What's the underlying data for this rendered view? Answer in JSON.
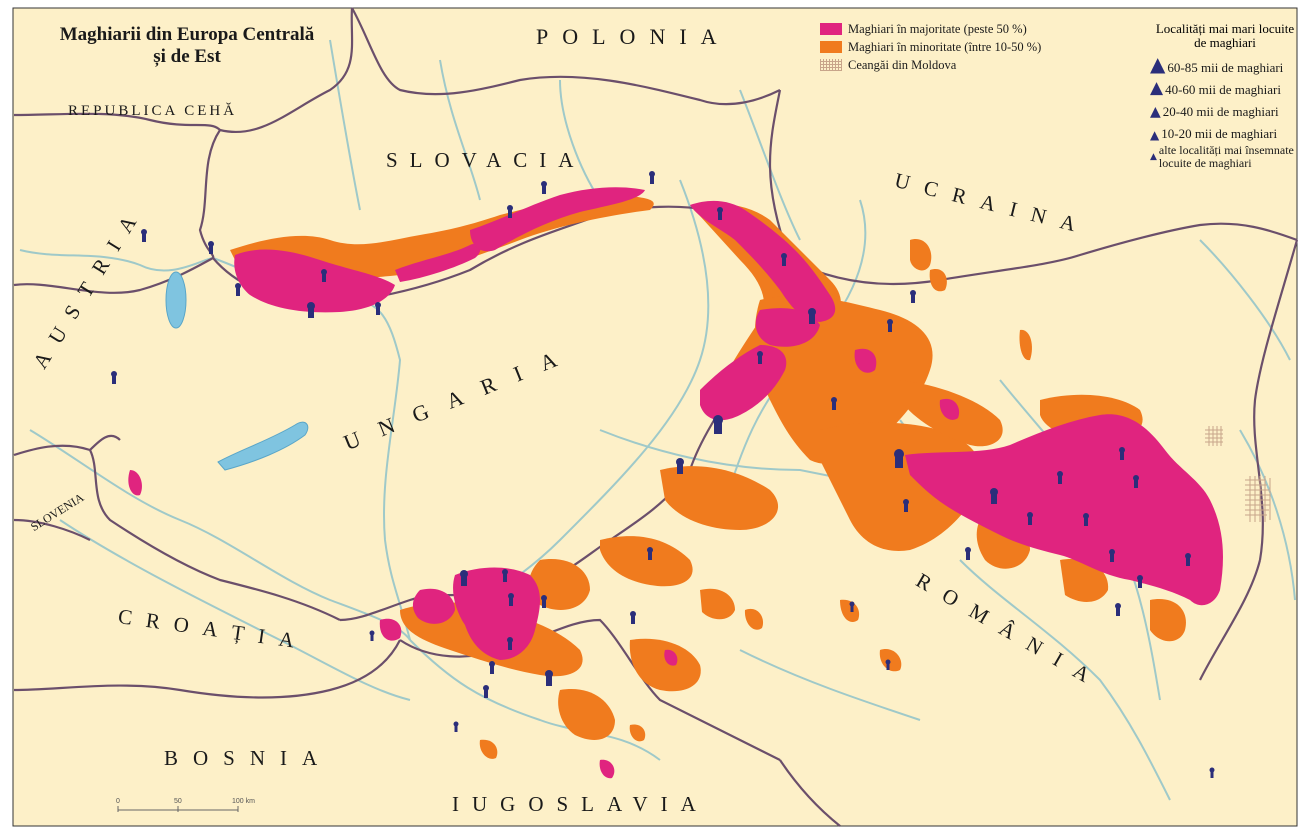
{
  "title_line1": "Maghiarii din Europa Centrală",
  "title_line2": "și de Est",
  "countries": {
    "polonia": "POLONIA",
    "republica_ceha": "REPUBLICA CEHĂ",
    "slovacia": "SLOVACIA",
    "ucraina": "UCRAINA",
    "austria": "AUSTRIA",
    "ungaria": "UNGARIA",
    "slovenia": "SLOVENIA",
    "croatia": "CROAȚIA",
    "romania": "ROMÂNIA",
    "bosnia": "BOSNIA",
    "iugoslavia": "IUGOSLAVIA"
  },
  "legend": {
    "majority": "Maghiari în majoritate (peste 50 %)",
    "minority": "Maghiari în minoritate (între 10-50 %)",
    "ceangai": "Ceangăi din Moldova",
    "colors": {
      "majority": "#e0247f",
      "minority": "#f07b1e",
      "land": "#fdf0c8",
      "water": "#7fc4e0",
      "border": "#6b4f6b",
      "river": "#9fc9c9"
    }
  },
  "population_legend": {
    "title": "Localități mai mari locuite de maghiari",
    "items": [
      "60-85 mii de maghiari",
      "40-60 mii de maghiari",
      "20-40 mii de maghiari",
      "10-20 mii de maghiari",
      "alte localități mai însemnate locuite de maghiari"
    ],
    "icon": "person-pin-icon"
  },
  "scale": {
    "labels": [
      "0",
      "50",
      "100 km"
    ]
  }
}
